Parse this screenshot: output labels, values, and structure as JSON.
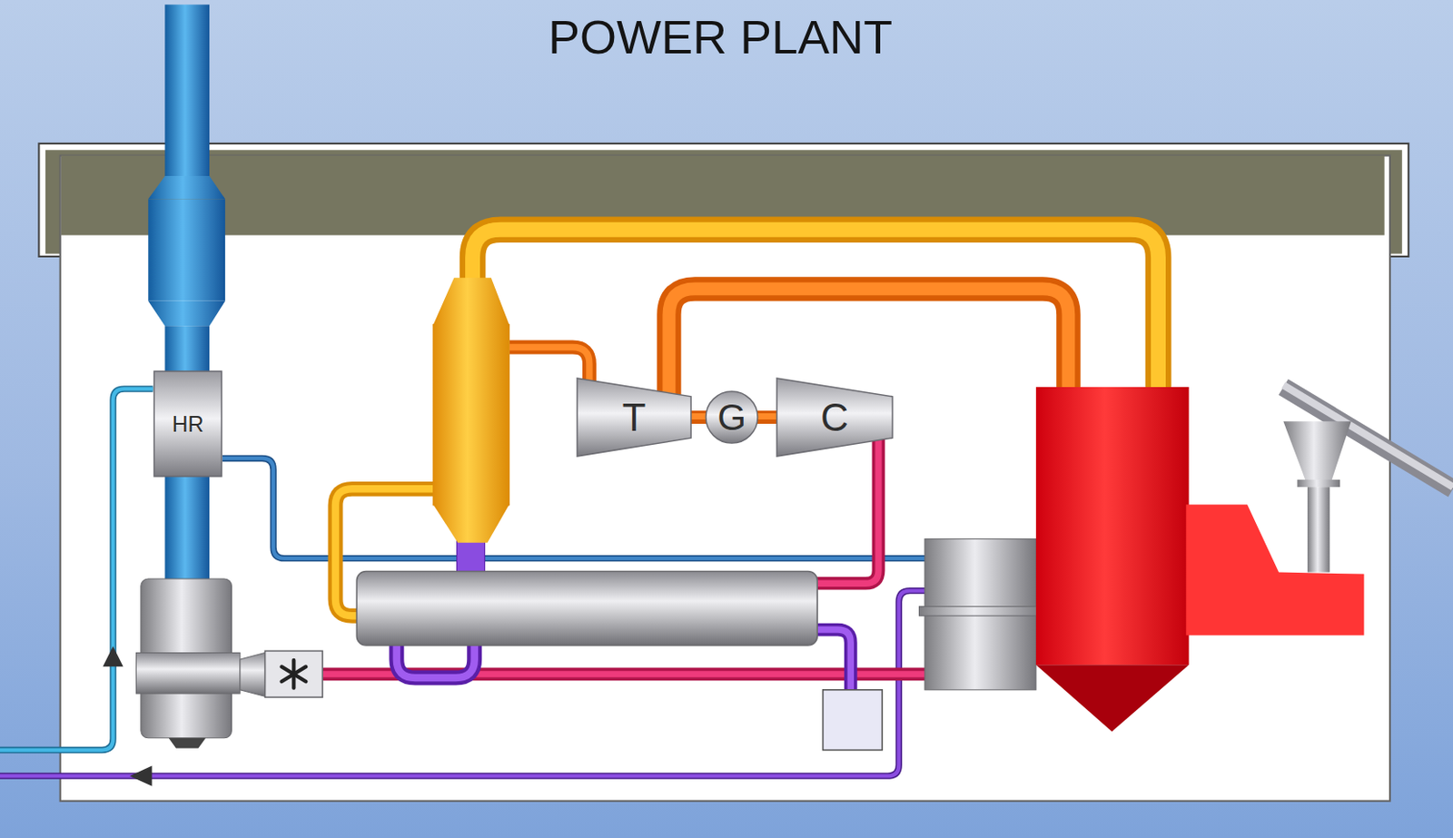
{
  "diagram": {
    "title": "POWER PLANT",
    "nodes": [
      {
        "text": [
          "HR"
        ]
      },
      {
        "text": [
          "T"
        ]
      },
      {
        "text": [
          "G"
        ]
      },
      {
        "text": [
          "C"
        ]
      }
    ],
    "edges": [
      {
        "from": 1,
        "to": 2,
        "arrow": "none"
      },
      {
        "from": 2,
        "to": 3,
        "arrow": "none"
      }
    ]
  }
}
